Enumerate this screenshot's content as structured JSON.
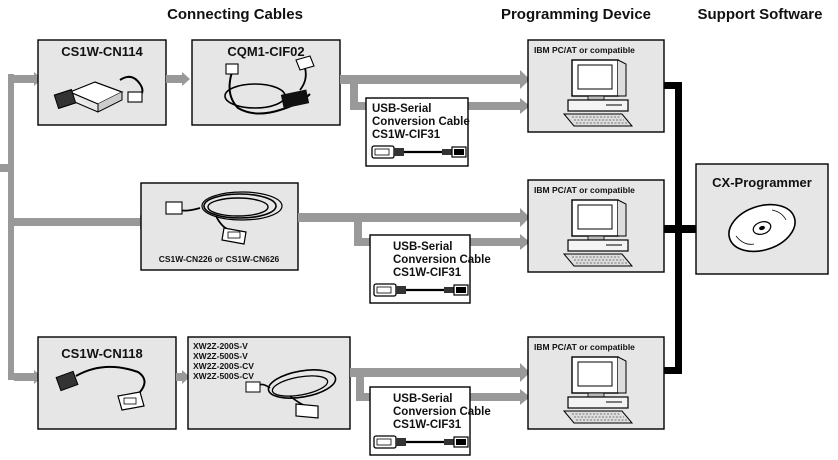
{
  "headers": {
    "connecting_cables": "Connecting Cables",
    "programming_device": "Programming Device",
    "support_software": "Support Software"
  },
  "cables": {
    "cn114": "CS1W-CN114",
    "cqm1_cif02": "CQM1-CIF02",
    "cn226_cn626": "CS1W-CN226 or CS1W-CN626",
    "cn118": "CS1W-CN118",
    "xw2z": [
      "XW2Z-200S-V",
      "XW2Z-500S-V",
      "XW2Z-200S-CV",
      "XW2Z-500S-CV"
    ]
  },
  "usb_serial": {
    "line1": "USB-Serial",
    "line2": "Conversion Cable",
    "model": "CS1W-CIF31"
  },
  "pc_label": "IBM PC/AT or compatible",
  "software": "CX-Programmer",
  "colors": {
    "panel": "#e6e6e6",
    "arrow": "#999999",
    "line": "#000000"
  }
}
